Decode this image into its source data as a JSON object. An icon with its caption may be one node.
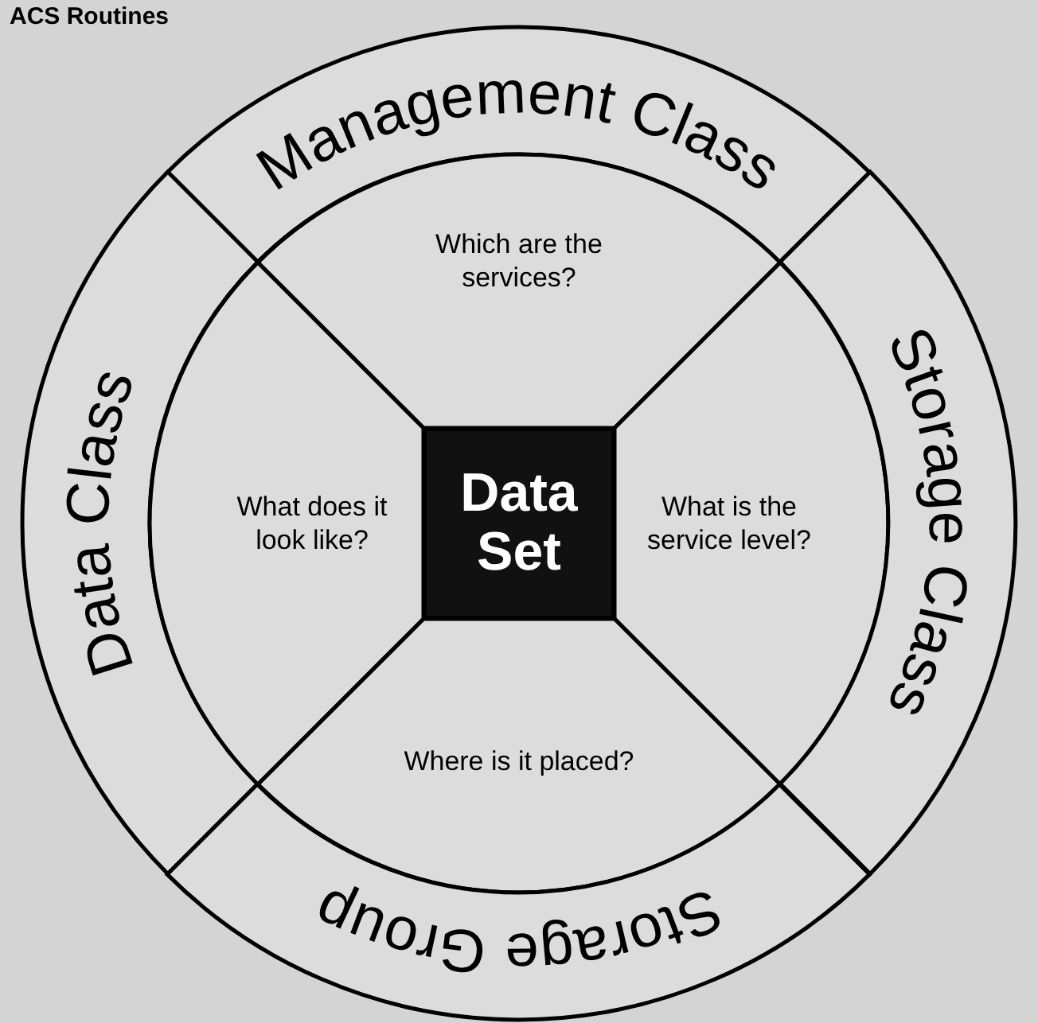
{
  "diagram": {
    "title": "ACS Routines",
    "nodes": [
      {
        "text": [
          "Management Class"
        ]
      },
      {
        "text": [
          "Which are the services?"
        ]
      },
      {
        "text": [
          "Data Class"
        ]
      },
      {
        "text": [
          "What does it look like?"
        ]
      },
      {
        "text": [
          "Data Set"
        ]
      },
      {
        "text": [
          "What is the service level?"
        ]
      },
      {
        "text": [
          "Storage Class"
        ]
      },
      {
        "text": [
          "Where is it placed?"
        ]
      },
      {
        "text": [
          "Storage Group"
        ]
      }
    ]
  }
}
